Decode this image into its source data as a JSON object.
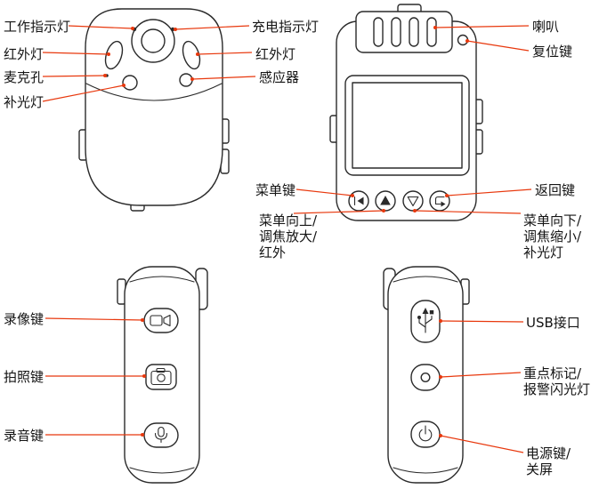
{
  "colors": {
    "background": "#ffffff",
    "ink": "#2a2a2a",
    "leader_red": "#e8380d"
  },
  "icons": [
    "lens",
    "speaker-grille",
    "menu-icon",
    "arrow-up-icon",
    "arrow-down-icon",
    "return-arrow-icon",
    "video-camera-icon",
    "photo-camera-icon",
    "microphone-icon",
    "usb-icon",
    "marker-circle-icon",
    "power-icon"
  ],
  "views": {
    "front": {
      "labels": {
        "work_indicator": "工作指示灯",
        "ir_left": "红外灯",
        "mic_hole": "麦克孔",
        "fill_light": "补光灯",
        "charge_indicator": "充电指示灯",
        "ir_right": "红外灯",
        "sensor": "感应器"
      }
    },
    "back": {
      "labels": {
        "speaker": "喇叭",
        "reset": "复位键",
        "menu": "菜单键",
        "back": "返回键",
        "menu_up": "菜单向上/\n调焦放大/\n红外",
        "menu_down": "菜单向下/\n调焦缩小/\n补光灯"
      }
    },
    "left_side": {
      "labels": {
        "record_video": "录像键",
        "photo": "拍照键",
        "record_audio": "录音键"
      }
    },
    "right_side": {
      "labels": {
        "usb": "USB接口",
        "mark": "重点标记/\n报警闪光灯",
        "power": "电源键/\n关屏"
      }
    }
  }
}
